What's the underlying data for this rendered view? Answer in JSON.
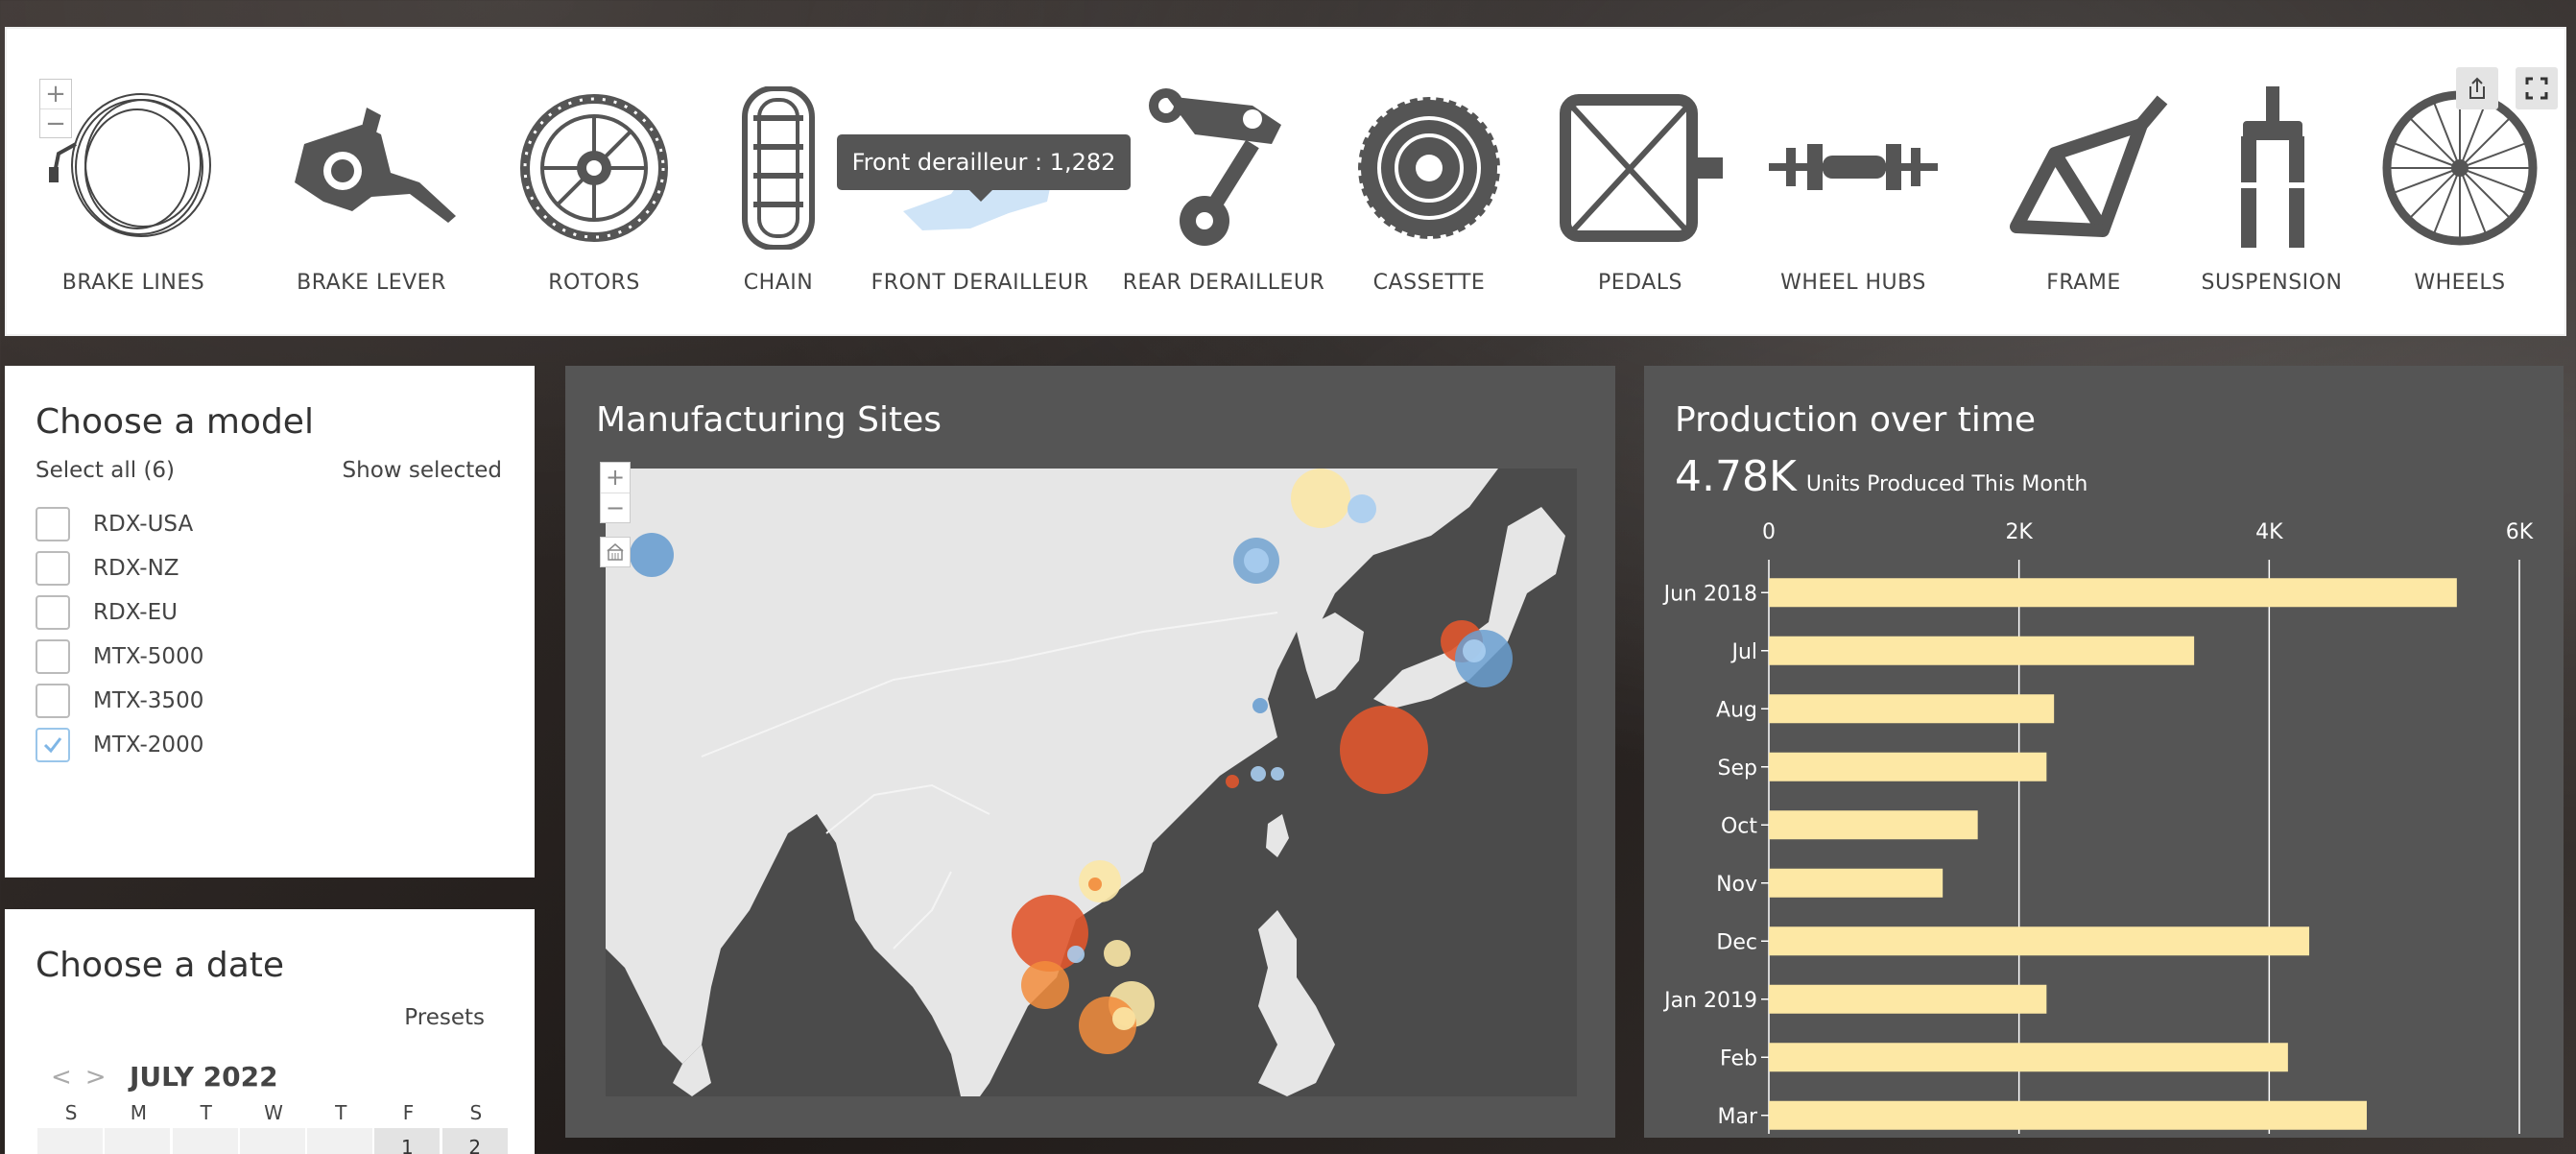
{
  "parts": {
    "zoom_in": "+",
    "zoom_out": "−",
    "items": [
      {
        "label": "BRAKE LINES",
        "icon": "brake-lines-icon"
      },
      {
        "label": "BRAKE LEVER",
        "icon": "brake-lever-icon"
      },
      {
        "label": "ROTORS",
        "icon": "rotor-icon"
      },
      {
        "label": "CHAIN",
        "icon": "chain-icon"
      },
      {
        "label": "FRONT DERAILLEUR",
        "icon": "front-derailleur-icon",
        "highlighted": true
      },
      {
        "label": "REAR DERAILLEUR",
        "icon": "rear-derailleur-icon"
      },
      {
        "label": "CASSETTE",
        "icon": "cassette-icon"
      },
      {
        "label": "PEDALS",
        "icon": "pedal-icon"
      },
      {
        "label": "WHEEL HUBS",
        "icon": "wheel-hub-icon"
      },
      {
        "label": "FRAME",
        "icon": "frame-icon"
      },
      {
        "label": "SUSPENSION",
        "icon": "suspension-icon"
      },
      {
        "label": "WHEELS",
        "icon": "wheel-icon"
      }
    ],
    "tooltip": "Front derailleur : 1,282",
    "tools": {
      "share_icon": "share-icon",
      "fullscreen_icon": "fullscreen-icon"
    }
  },
  "model": {
    "title": "Choose a model",
    "select_all": "Select all (6)",
    "show_selected": "Show selected",
    "options": [
      {
        "name": "RDX-USA",
        "checked": false
      },
      {
        "name": "RDX-NZ",
        "checked": false
      },
      {
        "name": "RDX-EU",
        "checked": false
      },
      {
        "name": "MTX-5000",
        "checked": false
      },
      {
        "name": "MTX-3500",
        "checked": false
      },
      {
        "name": "MTX-2000",
        "checked": true
      }
    ]
  },
  "date": {
    "title": "Choose a date",
    "presets": "Presets",
    "prev": "<",
    "next": ">",
    "month": "JULY 2022",
    "weekdays": [
      "S",
      "M",
      "T",
      "W",
      "T",
      "F",
      "S"
    ],
    "first_row": [
      "",
      "",
      "",
      "",
      "",
      "1",
      "2"
    ]
  },
  "map": {
    "title": "Manufacturing Sites",
    "zoom_in": "+",
    "zoom_out": "−",
    "home_icon": "map-home-icon",
    "colors": {
      "land": "#e6e6e6",
      "sea": "#4b4b4b",
      "red": "#e0572e",
      "orange": "#f28c3c",
      "yellow": "#fbe7a6",
      "blue": "#6a9fd0",
      "lightblue": "#a8cdef"
    }
  },
  "production": {
    "title": "Production over time",
    "kpi_value": "4.78K",
    "kpi_label": "Units Produced This Month",
    "bar_color": "#fde8a5"
  },
  "chart_data": {
    "type": "bar",
    "orientation": "horizontal",
    "title": "Production over time",
    "categories": [
      "Jun 2018",
      "Jul",
      "Aug",
      "Sep",
      "Oct",
      "Nov",
      "Dec",
      "Jan 2019",
      "Feb",
      "Mar"
    ],
    "values": [
      5500,
      3400,
      2280,
      2220,
      1670,
      1390,
      4320,
      2220,
      4150,
      4780
    ],
    "xlim": [
      0,
      6000
    ],
    "ticks": [
      0,
      2000,
      4000,
      6000
    ],
    "tick_labels": [
      "0",
      "2K",
      "4K",
      "6K"
    ],
    "grid": true,
    "axis_position": "top"
  }
}
